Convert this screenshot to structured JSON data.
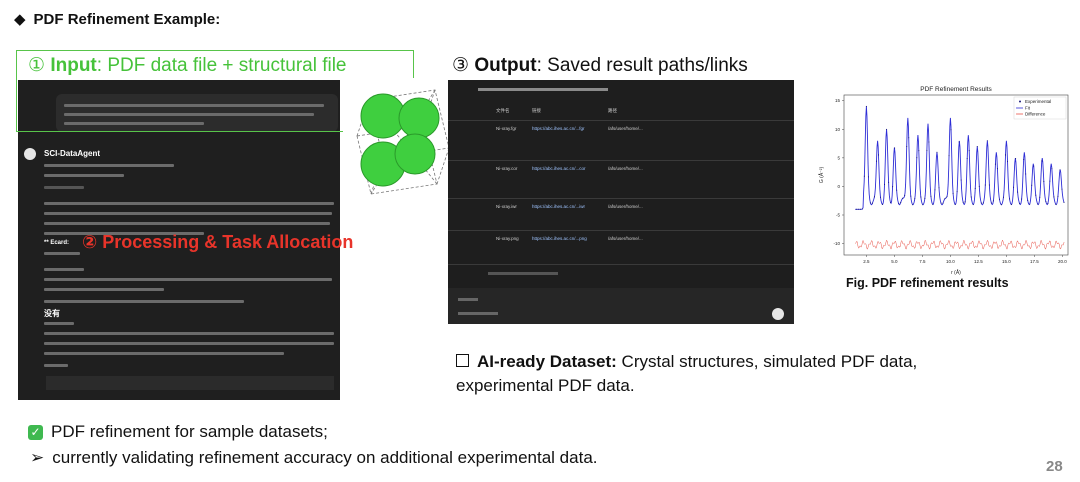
{
  "slide": {
    "title": "PDF Refinement Example:",
    "title_bullet": "◆",
    "input_num": "①",
    "input_bold": "Input",
    "input_rest": ": PDF data file + structural file",
    "processing": "② Processing & Task Allocation",
    "output_num": "③",
    "output_bold": "Output",
    "output_rest": ": Saved result paths/links",
    "figure_caption": "Fig. PDF refinement results",
    "dataset_bold": "AI-ready Dataset:",
    "dataset_rest": " Crystal structures, simulated PDF data, experimental PDF data.",
    "bullet1": "PDF refinement for sample datasets;",
    "bullet2_marker": "➢",
    "bullet2": "currently validating refinement accuracy on additional experimental data.",
    "page_number": "28"
  },
  "left_shot": {
    "agent_name": "SCI-DataAgent",
    "section_none": "没有",
    "section_ecard": "** Ecard:"
  },
  "middle_shot": {
    "headers": [
      "文件名",
      "链接",
      "路径"
    ],
    "rows": [
      [
        "Ni-xray.fgr",
        "https://abc.ihes.ac.cn/...fgr",
        "/afs/user/home/..."
      ],
      [
        "Ni-xray.cor",
        "https://abc.ihes.ac.cn/...cor",
        "/afs/user/home/..."
      ],
      [
        "Ni-xray.iwr",
        "https://abc.ihes.ac.cn/...iwr",
        "/afs/user/home/..."
      ],
      [
        "Ni-xray.png",
        "https://abc.ihes.ac.cn/...png",
        "/afs/user/home/..."
      ]
    ]
  },
  "chart_data": {
    "type": "line",
    "title": "PDF Refinement Results",
    "xlabel": "r (Å)",
    "ylabel": "G (Å⁻²)",
    "xlim": [
      0.5,
      20.5
    ],
    "ylim": [
      -12,
      16
    ],
    "xticks": [
      2.5,
      5.0,
      7.5,
      10.0,
      12.5,
      15.0,
      17.5,
      20.0
    ],
    "yticks": [
      -10,
      -5,
      0,
      5,
      10,
      15
    ],
    "legend": [
      "Experimental",
      "Fit",
      "Difference"
    ],
    "legend_position": "top-right",
    "colors": {
      "experimental": "#1a1a7a",
      "fit": "#2d2dd6",
      "difference": "#e8544a"
    }
  }
}
